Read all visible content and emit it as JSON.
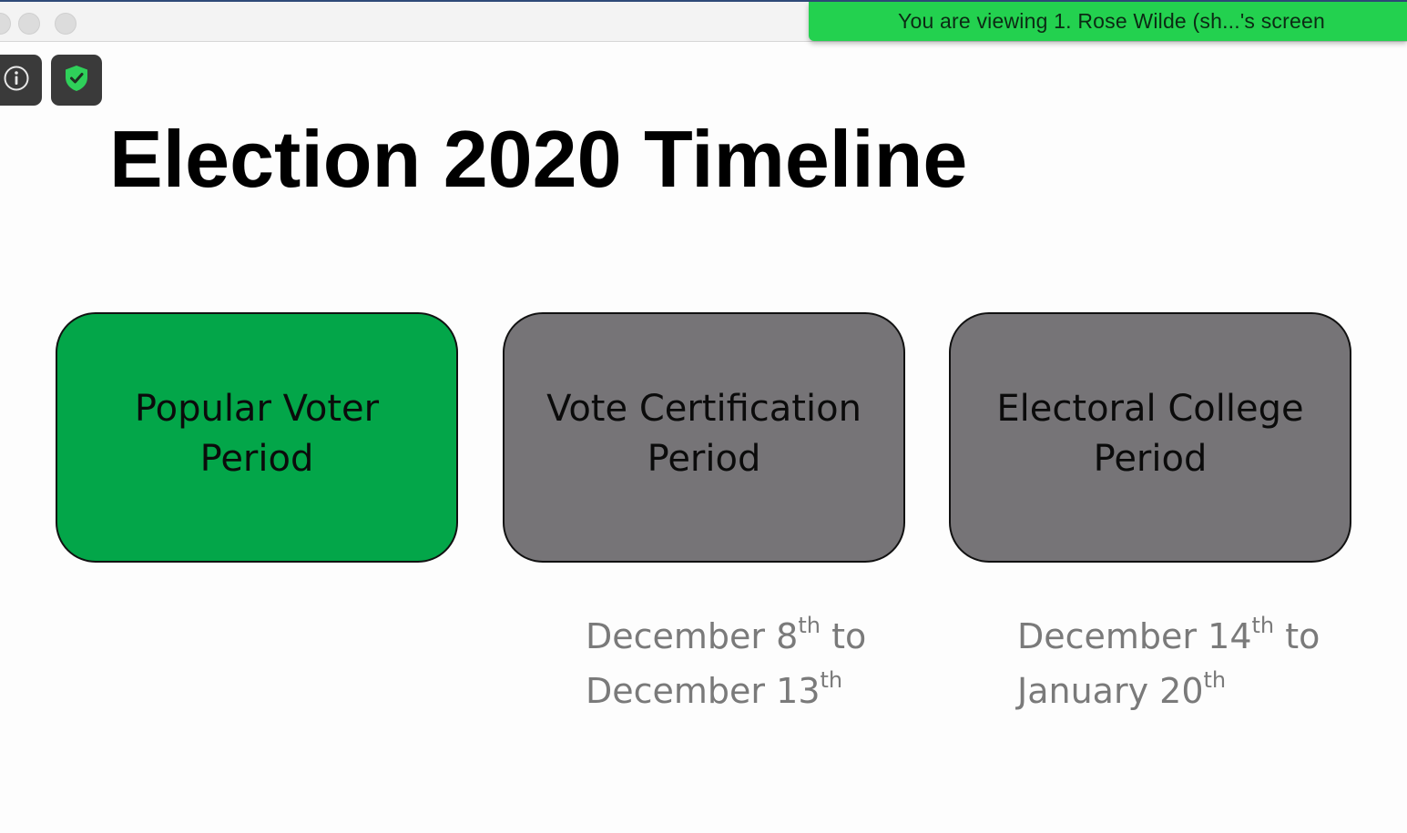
{
  "screen_share": {
    "banner_text": "You are viewing 1. Rose Wilde (sh...'s screen"
  },
  "meeting_controls": {
    "info_icon": "info-icon",
    "security_icon": "shield-check-icon"
  },
  "slide": {
    "title": "Election 2020 Timeline",
    "cards": [
      {
        "line1": "Popular Voter",
        "line2": "Period",
        "color": "#03a649"
      },
      {
        "line1": "Vote Certification",
        "line2": "Period",
        "color": "#767477"
      },
      {
        "line1": "Electoral College",
        "line2": "Period",
        "color": "#767477"
      }
    ],
    "date_ranges": [
      {
        "start_month": "December",
        "start_day": "8",
        "start_suffix": "th",
        "joiner": "to",
        "end_month": "December",
        "end_day": "13",
        "end_suffix": "th"
      },
      {
        "start_month": "December",
        "start_day": "14",
        "start_suffix": "th",
        "joiner": "to",
        "end_month": "January",
        "end_day": "20",
        "end_suffix": "th"
      }
    ]
  },
  "colors": {
    "banner_green": "#23d14f",
    "active_card": "#03a649",
    "inactive_card": "#767477",
    "date_text": "#7a7a7a"
  }
}
